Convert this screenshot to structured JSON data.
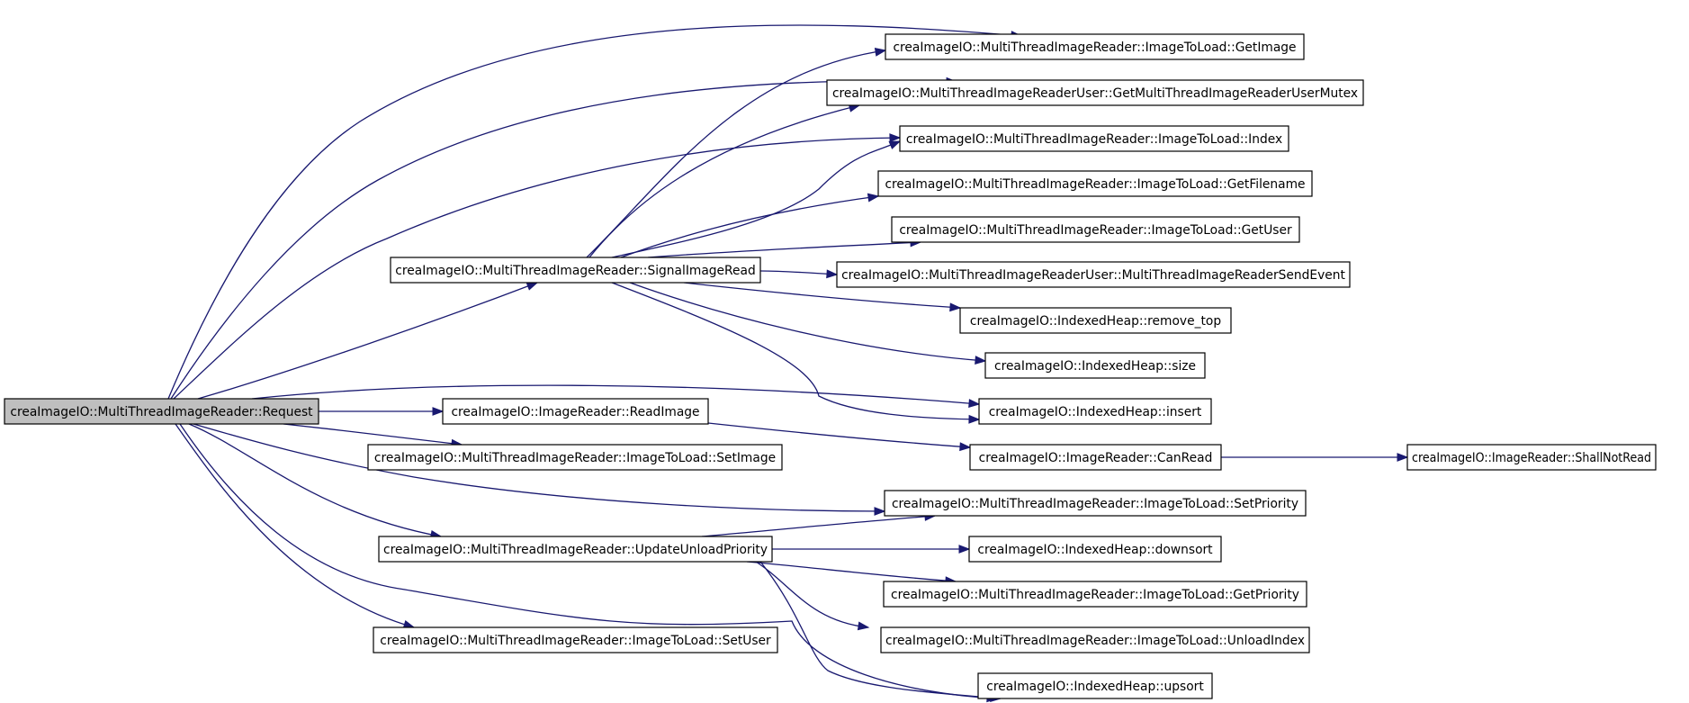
{
  "nodes": [
    {
      "id": "request",
      "label": "creaImageIO::MultiThreadImageReader::Request",
      "root": true
    },
    {
      "id": "getimage",
      "label": "creaImageIO::MultiThreadImageReader::ImageToLoad::GetImage"
    },
    {
      "id": "getmutex",
      "label": "creaImageIO::MultiThreadImageReaderUser::GetMultiThreadImageReaderUserMutex"
    },
    {
      "id": "index",
      "label": "creaImageIO::MultiThreadImageReader::ImageToLoad::Index"
    },
    {
      "id": "getfilename",
      "label": "creaImageIO::MultiThreadImageReader::ImageToLoad::GetFilename"
    },
    {
      "id": "getuser",
      "label": "creaImageIO::MultiThreadImageReader::ImageToLoad::GetUser"
    },
    {
      "id": "signal",
      "label": "creaImageIO::MultiThreadImageReader::SignalImageRead"
    },
    {
      "id": "sendevent",
      "label": "creaImageIO::MultiThreadImageReaderUser::MultiThreadImageReaderSendEvent"
    },
    {
      "id": "removetop",
      "label": "creaImageIO::IndexedHeap::remove_top"
    },
    {
      "id": "size",
      "label": "creaImageIO::IndexedHeap::size"
    },
    {
      "id": "insert",
      "label": "creaImageIO::IndexedHeap::insert"
    },
    {
      "id": "readimage",
      "label": "creaImageIO::ImageReader::ReadImage"
    },
    {
      "id": "canread",
      "label": "creaImageIO::ImageReader::CanRead"
    },
    {
      "id": "shallnotread",
      "label": "creaImageIO::ImageReader::ShallNotRead"
    },
    {
      "id": "setimage",
      "label": "creaImageIO::MultiThreadImageReader::ImageToLoad::SetImage"
    },
    {
      "id": "setpriority",
      "label": "creaImageIO::MultiThreadImageReader::ImageToLoad::SetPriority"
    },
    {
      "id": "updateunload",
      "label": "creaImageIO::MultiThreadImageReader::UpdateUnloadPriority"
    },
    {
      "id": "downsort",
      "label": "creaImageIO::IndexedHeap::downsort"
    },
    {
      "id": "getpriority",
      "label": "creaImageIO::MultiThreadImageReader::ImageToLoad::GetPriority"
    },
    {
      "id": "unloadindex",
      "label": "creaImageIO::MultiThreadImageReader::ImageToLoad::UnloadIndex"
    },
    {
      "id": "setuser",
      "label": "creaImageIO::MultiThreadImageReader::ImageToLoad::SetUser"
    },
    {
      "id": "upsort",
      "label": "creaImageIO::IndexedHeap::upsort"
    }
  ],
  "edges": [
    {
      "from": "request",
      "to": "getimage"
    },
    {
      "from": "request",
      "to": "getmutex"
    },
    {
      "from": "request",
      "to": "index"
    },
    {
      "from": "request",
      "to": "signal"
    },
    {
      "from": "request",
      "to": "insert"
    },
    {
      "from": "request",
      "to": "readimage"
    },
    {
      "from": "request",
      "to": "setimage"
    },
    {
      "from": "request",
      "to": "setpriority"
    },
    {
      "from": "request",
      "to": "updateunload"
    },
    {
      "from": "request",
      "to": "setuser"
    },
    {
      "from": "request",
      "to": "upsort"
    },
    {
      "from": "signal",
      "to": "getimage"
    },
    {
      "from": "signal",
      "to": "getmutex"
    },
    {
      "from": "signal",
      "to": "index"
    },
    {
      "from": "signal",
      "to": "getfilename"
    },
    {
      "from": "signal",
      "to": "getuser"
    },
    {
      "from": "signal",
      "to": "sendevent"
    },
    {
      "from": "signal",
      "to": "removetop"
    },
    {
      "from": "signal",
      "to": "size"
    },
    {
      "from": "signal",
      "to": "insert"
    },
    {
      "from": "readimage",
      "to": "canread"
    },
    {
      "from": "canread",
      "to": "shallnotread"
    },
    {
      "from": "updateunload",
      "to": "setpriority"
    },
    {
      "from": "updateunload",
      "to": "downsort"
    },
    {
      "from": "updateunload",
      "to": "getpriority"
    },
    {
      "from": "updateunload",
      "to": "unloadindex"
    },
    {
      "from": "updateunload",
      "to": "upsort"
    }
  ]
}
